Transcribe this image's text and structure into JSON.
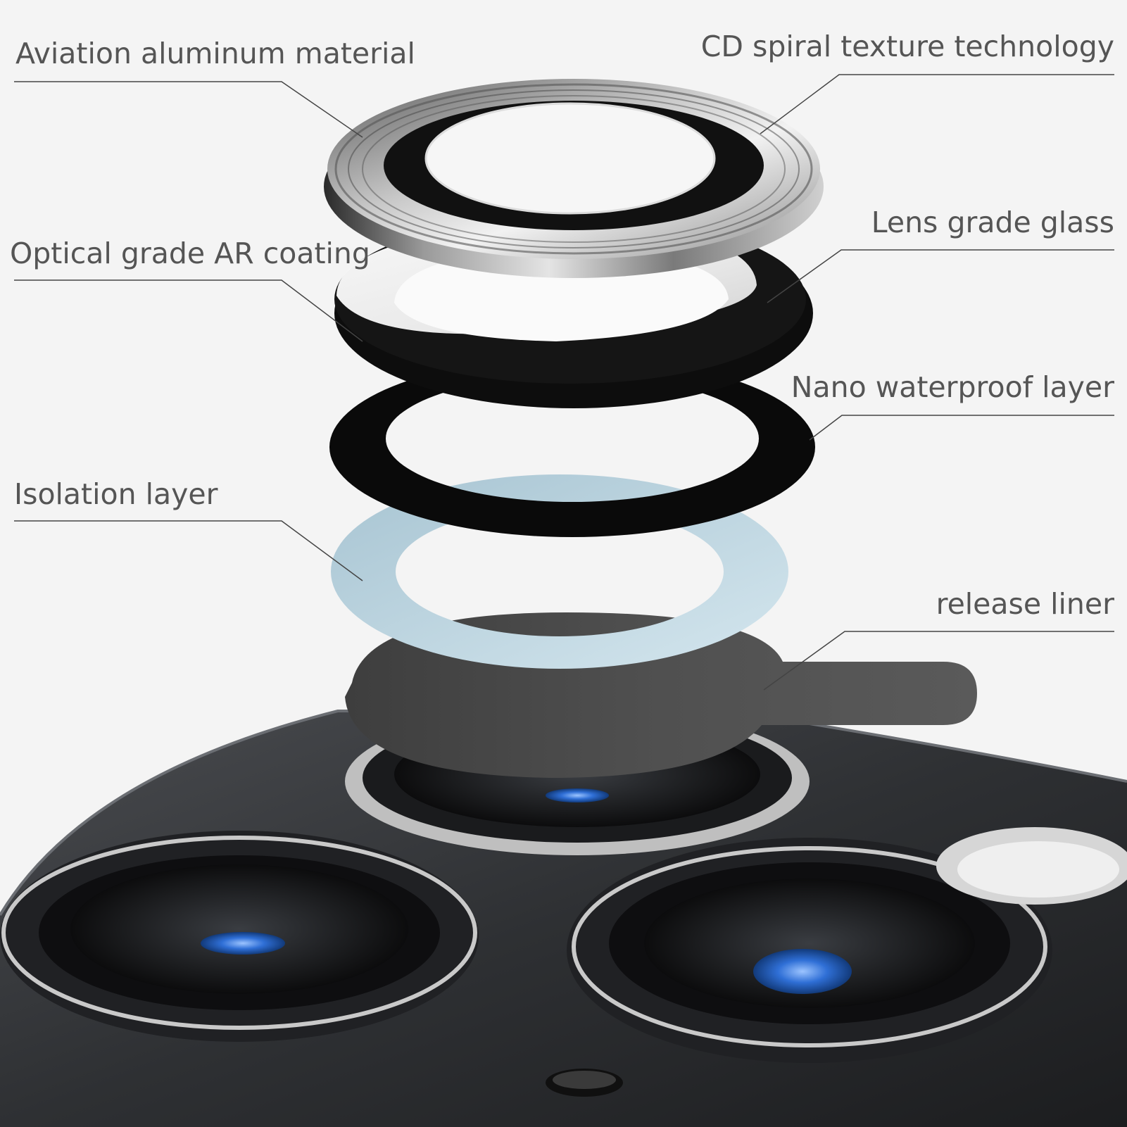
{
  "labels": {
    "aviation": "Aviation aluminum material",
    "cd_spiral": "CD spiral texture technology",
    "lens_glass": "Lens grade glass",
    "ar_coating": "Optical grade AR coating",
    "nano": "Nano waterproof layer",
    "isolation": "Isolation layer",
    "release": "release liner"
  },
  "colors": {
    "background": "#f4f4f4",
    "label_text": "#555555",
    "leader_line": "#444444",
    "isolation_ring": "#b9d3df",
    "lens_blue": "#2f6fd6"
  }
}
